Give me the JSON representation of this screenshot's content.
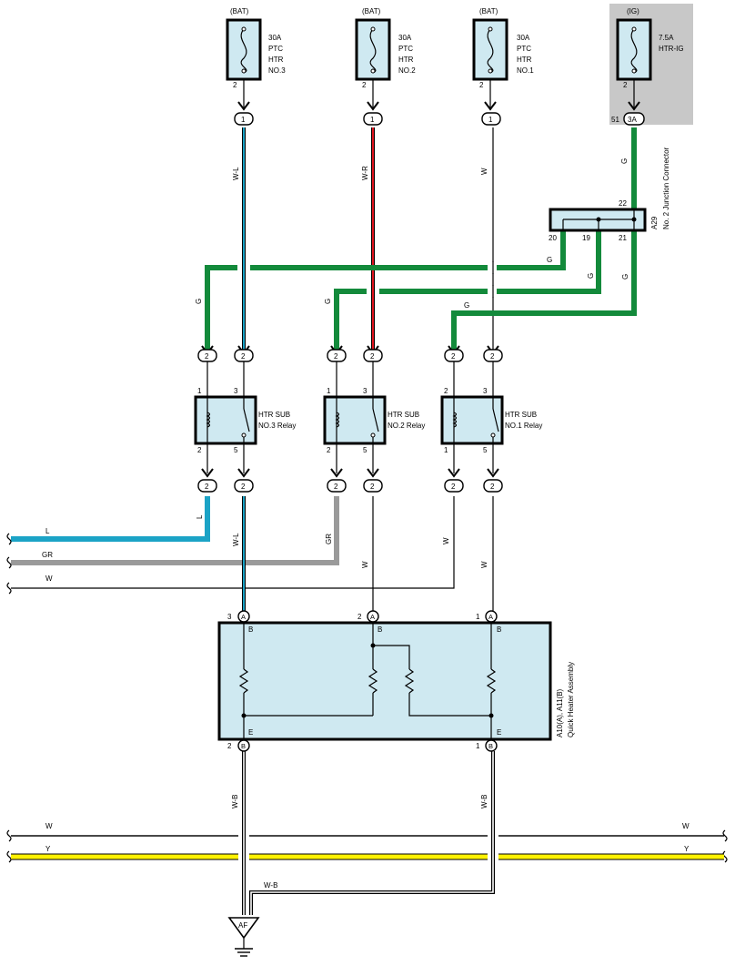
{
  "fuses": [
    {
      "supply": "(BAT)",
      "lines": [
        "30A",
        "PTC",
        "HTR",
        "NO.3"
      ],
      "pin": "2",
      "connector": "1"
    },
    {
      "supply": "(BAT)",
      "lines": [
        "30A",
        "PTC",
        "HTR",
        "NO.2"
      ],
      "pin": "2",
      "connector": "1"
    },
    {
      "supply": "(BAT)",
      "lines": [
        "30A",
        "PTC",
        "HTR",
        "NO.1"
      ],
      "pin": "2",
      "connector": "1"
    },
    {
      "supply": "(IG)",
      "lines": [
        "7.5A",
        "HTR-IG"
      ],
      "pin": "2",
      "connector": "3A",
      "connector_pin": "51"
    }
  ],
  "junction_connector": {
    "code": "A29",
    "name": "No. 2 Junction Connector",
    "pins": {
      "in": "22",
      "out_a": "20",
      "out_b": "19",
      "out_c": "21"
    }
  },
  "relays": [
    {
      "name_line1": "HTR SUB",
      "name_line2": "NO.3 Relay",
      "pins": {
        "p1": "1",
        "p3": "3",
        "p2": "2",
        "p5": "5"
      }
    },
    {
      "name_line1": "HTR SUB",
      "name_line2": "NO.2 Relay",
      "pins": {
        "p1": "1",
        "p3": "3",
        "p2": "2",
        "p5": "5"
      }
    },
    {
      "name_line1": "HTR SUB",
      "name_line2": "NO.1 Relay",
      "pins": {
        "p1": "2",
        "p3": "3",
        "p2": "1",
        "p5": "5"
      }
    }
  ],
  "relay_connector_label": "2",
  "wires": {
    "w_l": "W-L",
    "w_r": "W-R",
    "w": "W",
    "g": "G",
    "l": "L",
    "gr": "GR",
    "w_b": "W-B",
    "y": "Y"
  },
  "heater": {
    "name": "Quick Heater Assembly",
    "codes": "A10(A), A11(B)",
    "connector_a": "A",
    "connector_b": "B",
    "terminal_b": "B",
    "terminal_e": "E",
    "pins_a": [
      "3",
      "2",
      "1"
    ],
    "pins_b": [
      "2",
      "1"
    ]
  },
  "ground": {
    "label": "AF"
  },
  "colors": {
    "blue": "#1ba3c6",
    "red": "#e0141e",
    "green": "#138a3b",
    "gray": "#9a9a9a",
    "yellow": "#fff200",
    "box_fill": "#cfe9f1",
    "ig_bg": "#c8c8c8"
  }
}
